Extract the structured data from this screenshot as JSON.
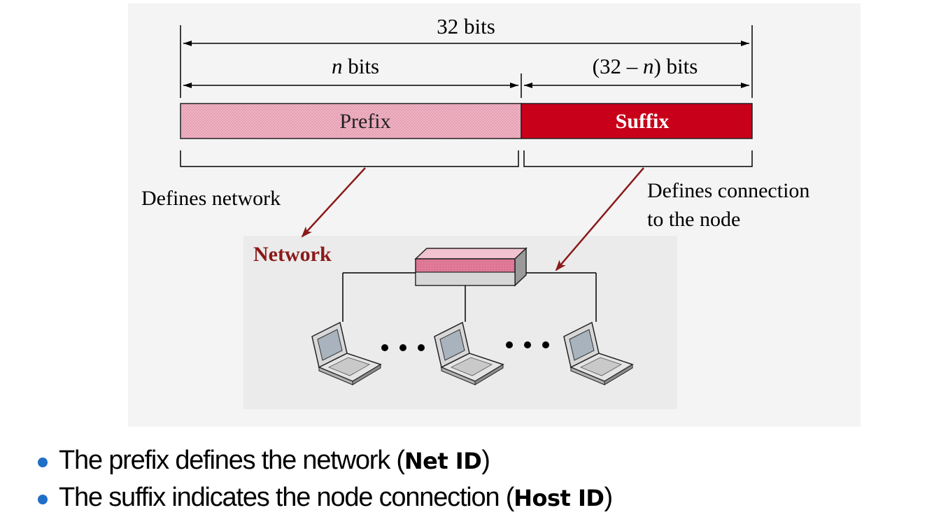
{
  "diagram": {
    "total_bits_label": "32 bits",
    "prefix_bits_var": "n",
    "prefix_bits_unit": " bits",
    "suffix_bits_open": "(32 – ",
    "suffix_bits_var": "n",
    "suffix_bits_close": ") bits",
    "prefix_label": "Prefix",
    "suffix_label": "Suffix",
    "defines_network": "Defines network",
    "defines_connection_line1": "Defines connection",
    "defines_connection_line2": "to the node",
    "network_label": "Network",
    "colors": {
      "prefix_fill": "#ecaec0",
      "suffix_fill": "#c8001a",
      "arrow": "#8a1a1a",
      "network_text": "#8b1a1a",
      "bullet": "#1f6fc6"
    },
    "icons": [
      "router-icon",
      "laptop-icon",
      "ellipsis-dots"
    ]
  },
  "bullets": [
    {
      "text": "The prefix defines the network (",
      "bold": "Net ID",
      "close": ")"
    },
    {
      "text": "The suffix indicates the node connection (",
      "bold": "Host ID",
      "close": ")"
    }
  ]
}
